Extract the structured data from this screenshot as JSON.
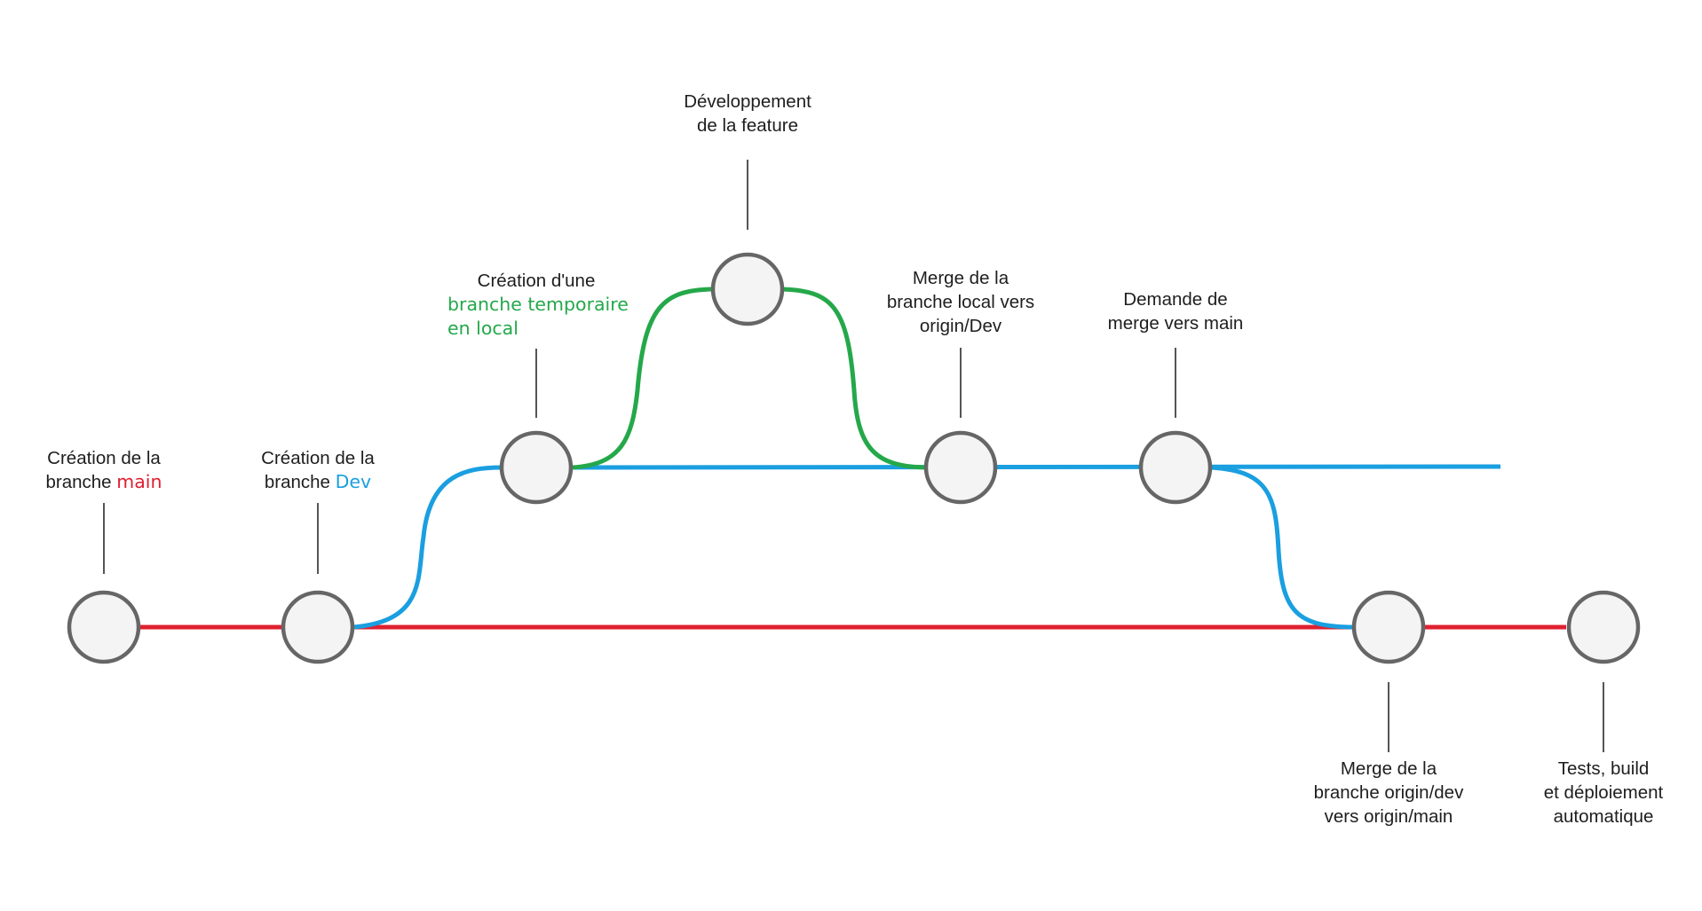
{
  "colors": {
    "main_branch": "#e02030",
    "dev_branch": "#1a9fe0",
    "feature_branch": "#24a84a",
    "node_stroke": "#666666",
    "node_fill": "#f4f4f4",
    "connector": "#555555",
    "text": "#1e1e1e"
  },
  "labels": {
    "creation_main": {
      "line1": "Création de la",
      "line2_prefix": "branche ",
      "line2_branch": "main"
    },
    "creation_dev": {
      "line1": "Création de la",
      "line2_prefix": "branche ",
      "line2_branch": "Dev"
    },
    "creation_temp": {
      "line1": "Création d'une",
      "line2": "branche temporaire",
      "line3": "en local"
    },
    "feature_dev": {
      "line1": "Développement",
      "line2": "de la feature"
    },
    "merge_local": {
      "line1": "Merge de la",
      "line2": "branche local vers",
      "line3": "origin/Dev"
    },
    "merge_request": {
      "line1": "Demande de",
      "line2": "merge vers main"
    },
    "merge_origin": {
      "line1": "Merge de la",
      "line2": "branche origin/dev",
      "line3": "vers origin/main"
    },
    "deploy": {
      "line1": "Tests, build",
      "line2": "et déploiement",
      "line3": "automatique"
    }
  }
}
